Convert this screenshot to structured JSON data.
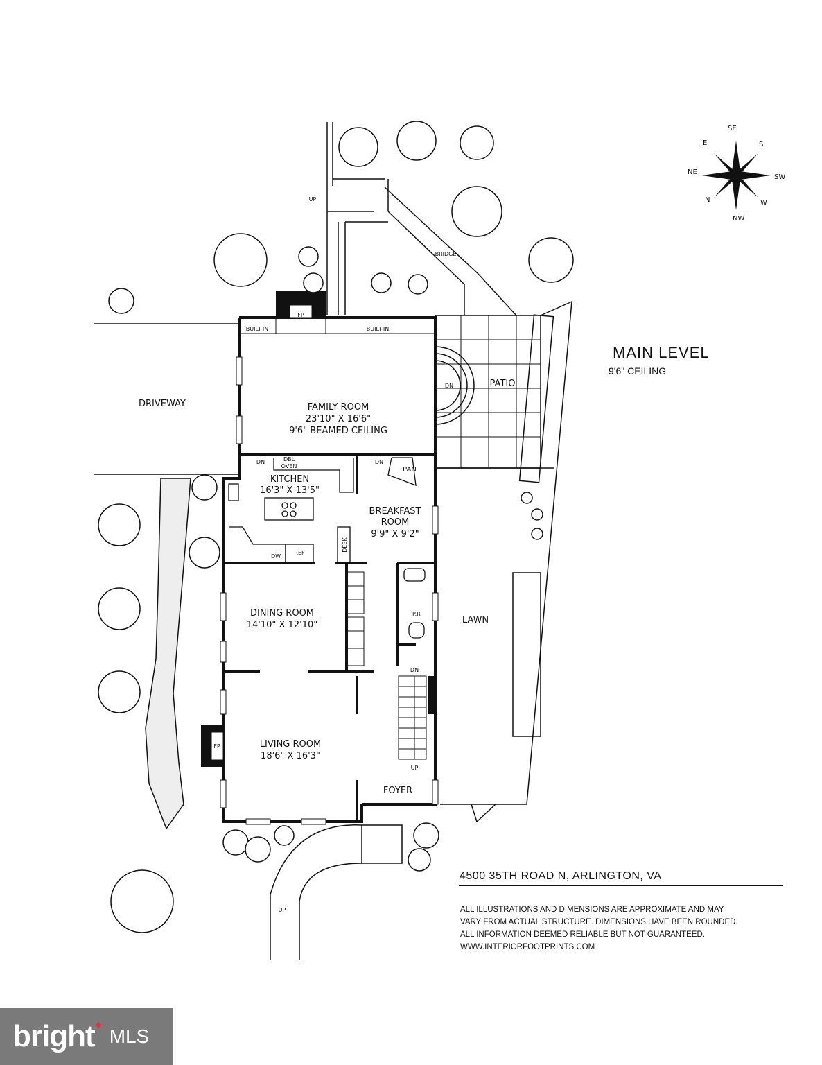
{
  "title": "MAIN LEVEL",
  "ceiling": "9'6\" CEILING",
  "address": "4500 35TH ROAD N, ARLINGTON, VA",
  "disclaimer": [
    "ALL ILLUSTRATIONS AND DIMENSIONS ARE APPROXIMATE AND MAY",
    "VARY FROM ACTUAL STRUCTURE. DIMENSIONS HAVE BEEN ROUNDED.",
    "ALL INFORMATION DEEMED RELIABLE BUT NOT GUARANTEED.",
    "WWW.INTERIORFOOTPRINTS.COM"
  ],
  "rooms": {
    "family": {
      "name": "FAMILY ROOM",
      "dims": "23'10\" X 16'6\"",
      "note": "9'6\" BEAMED CEILING"
    },
    "kitchen": {
      "name": "KITCHEN",
      "dims": "16'3\" X 13'5\""
    },
    "breakfast": {
      "name": "BREAKFAST",
      "name2": "ROOM",
      "dims": "9'9\" X 9'2\""
    },
    "dining": {
      "name": "DINING ROOM",
      "dims": "14'10\" X 12'10\""
    },
    "living": {
      "name": "LIVING ROOM",
      "dims": "18'6\" X 16'3\""
    },
    "foyer": {
      "name": "FOYER"
    },
    "patio": {
      "name": "PATIO"
    },
    "lawn": {
      "name": "LAWN"
    },
    "driveway": {
      "name": "DRIVEWAY"
    }
  },
  "labels": {
    "builtin": "BUILT-IN",
    "fp": "FP",
    "dn": "DN",
    "up": "UP",
    "dbl_oven": "DBL",
    "oven": "OVEN",
    "pan": "PAN",
    "ref": "REF",
    "dw": "DW",
    "desk": "DESK",
    "pr": "P.R.",
    "bridge": "BRIDGE"
  },
  "compass": {
    "points": [
      "SE",
      "S",
      "SW",
      "W",
      "NW",
      "N",
      "NE",
      "E"
    ]
  },
  "logo": {
    "word": "bright",
    "suffix": "MLS"
  }
}
